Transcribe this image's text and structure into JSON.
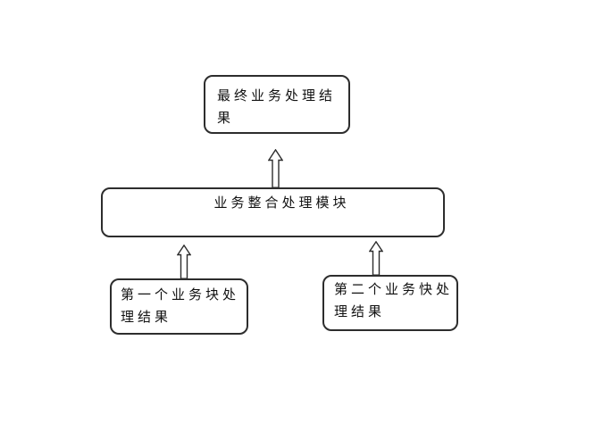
{
  "diagram": {
    "type": "flowchart",
    "colors": {
      "background": "#ffffff",
      "border": "#2d2d2d",
      "text": "#111111",
      "node_fill": "#ffffff"
    },
    "nodes": {
      "final_result": {
        "label": "最终业务处理结果"
      },
      "integration_module": {
        "label": "业务整合处理模块"
      },
      "first_block_result": {
        "label": "第一个业务块处理结果"
      },
      "second_block_result": {
        "label": "第二个业务快处理结果"
      }
    },
    "arrows": [
      {
        "icon": "up-block-arrow",
        "from": "integration_module",
        "to": "final_result"
      },
      {
        "icon": "up-block-arrow",
        "from": "first_block_result",
        "to": "integration_module"
      },
      {
        "icon": "up-block-arrow",
        "from": "second_block_result",
        "to": "integration_module"
      }
    ]
  }
}
